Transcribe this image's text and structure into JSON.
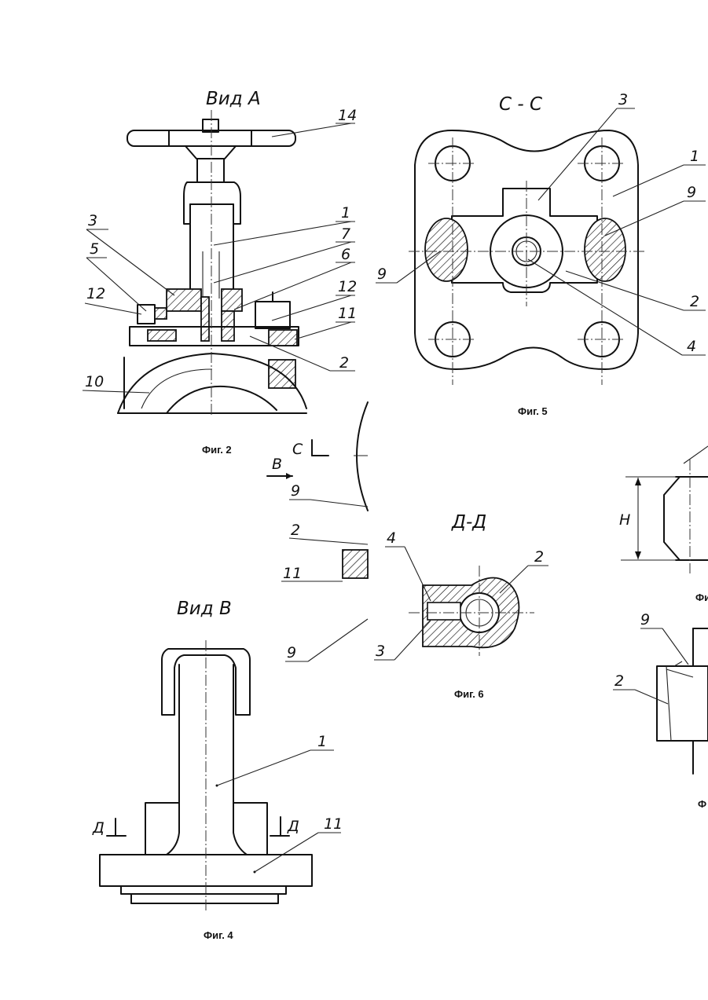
{
  "views": {
    "fig2": {
      "title": "Вид А",
      "caption": "Фиг. 2",
      "labels": [
        "14",
        "1",
        "7",
        "6",
        "12",
        "11",
        "2",
        "3",
        "5",
        "12",
        "10"
      ]
    },
    "fig5": {
      "title": "С - С",
      "caption": "Фиг. 5",
      "labels": [
        "3",
        "1",
        "9",
        "9",
        "2",
        "4"
      ]
    },
    "fig6": {
      "title": "Д-Д",
      "caption": "Фиг. 6",
      "labels": [
        "4",
        "2",
        "3"
      ]
    },
    "fig4": {
      "title": "Вид В",
      "caption": "Фиг. 4",
      "labels": [
        "1",
        "11",
        "Д",
        "Д"
      ]
    },
    "middle": {
      "section_c": "С",
      "view_b": "В",
      "labels": [
        "9",
        "2",
        "11",
        "9"
      ]
    },
    "right": {
      "dim_h": "H",
      "cap_a": "Фи",
      "cap_b": "Ф",
      "labels": [
        "9",
        "2"
      ]
    }
  }
}
